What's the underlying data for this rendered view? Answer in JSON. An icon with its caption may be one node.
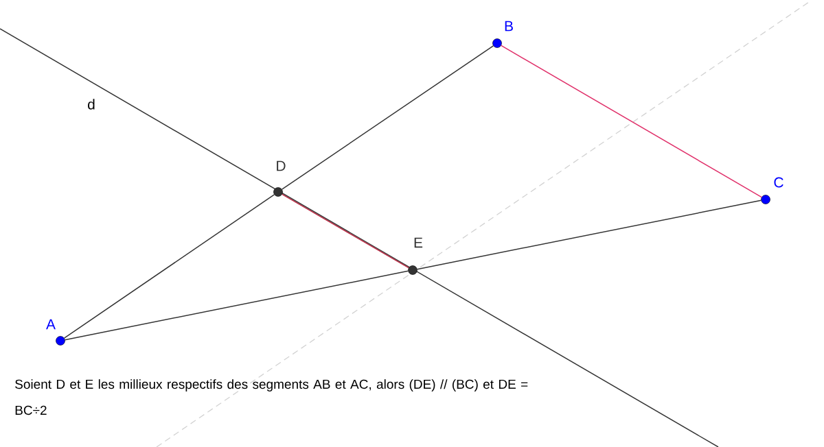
{
  "diagram": {
    "nodes": [
      {
        "text": [],
        "shape": "circle",
        "beside": [
          "A"
        ]
      },
      {
        "text": [],
        "shape": "circle",
        "beside": [
          "B"
        ]
      },
      {
        "text": [],
        "shape": "circle",
        "beside": [
          "C"
        ]
      },
      {
        "text": [],
        "shape": "circle",
        "beside": [
          "D"
        ]
      },
      {
        "text": [],
        "shape": "circle",
        "beside": [
          "E"
        ]
      }
    ],
    "edges": [
      {
        "from": 0,
        "to": 3,
        "arrow": "none"
      },
      {
        "from": 3,
        "to": 1,
        "arrow": "none"
      },
      {
        "from": 0,
        "to": 4,
        "arrow": "none"
      },
      {
        "from": 4,
        "to": 2,
        "arrow": "none"
      },
      {
        "from": 1,
        "to": 2,
        "arrow": "none",
        "color": "#e0306a"
      },
      {
        "from": 3,
        "to": 4,
        "arrow": "none",
        "color": "#b8243e"
      }
    ],
    "labels": [
      "d",
      "Soient D et E les millieux respectifs des segments AB et AC, alors (DE) // (BC) et DE = BC÷2"
    ]
  }
}
